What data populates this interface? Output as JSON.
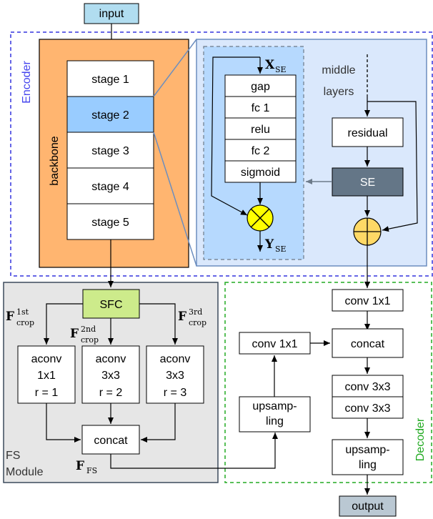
{
  "input": "input",
  "output": "output",
  "encoder": {
    "label": "Encoder",
    "backbone": "backbone",
    "stages": [
      "stage 1",
      "stage 2",
      "stage 3",
      "stage 4",
      "stage 5"
    ]
  },
  "se_detail": {
    "x_label": "X",
    "x_sub": "SE",
    "y_label": "Y",
    "y_sub": "SE",
    "ops": [
      "gap",
      "fc 1",
      "relu",
      "fc 2",
      "sigmoid"
    ],
    "middle": "middle",
    "layers": "layers",
    "residual": "residual",
    "se": "SE"
  },
  "fs": {
    "sfc": "SFC",
    "f": "F",
    "crop": "crop",
    "sup1": "1st",
    "sup2": "2nd",
    "sup3": "3rd",
    "aconv": [
      {
        "name": "aconv",
        "kernel": "1x1",
        "rate": "r = 1"
      },
      {
        "name": "aconv",
        "kernel": "3x3",
        "rate": "r = 2"
      },
      {
        "name": "aconv",
        "kernel": "3x3",
        "rate": "r = 3"
      }
    ],
    "concat": "concat",
    "ffs_f": "F",
    "ffs_sub": "FS",
    "label1": "FS",
    "label2": "Module"
  },
  "decoder": {
    "label": "Decoder",
    "conv_top": "conv 1x1",
    "conv_left": "conv 1x1",
    "concat": "concat",
    "conv33a": "conv 3x3",
    "conv33b": "conv 3x3",
    "ups_left1": "upsamp-",
    "ups_left2": "ling",
    "ups_right1": "upsamp-",
    "ups_right2": "ling"
  },
  "colors": {
    "encoder_border": "#3333dd",
    "decoder_border": "#22aa22",
    "backbone_fill": "#ffb570",
    "stage_highlight": "#99ccff",
    "se_panel_fill": "#dae8fc",
    "se_panel_border": "#6c8ebf",
    "se_block_fill": "#647687",
    "sfc_fill": "#cdeb8b",
    "fs_fill": "#e6e6e6",
    "io_fill": "#b1ddf0",
    "output_fill": "#bac8d3",
    "operator_fill": "#ffff00",
    "sum_fill": "#ffd966"
  }
}
